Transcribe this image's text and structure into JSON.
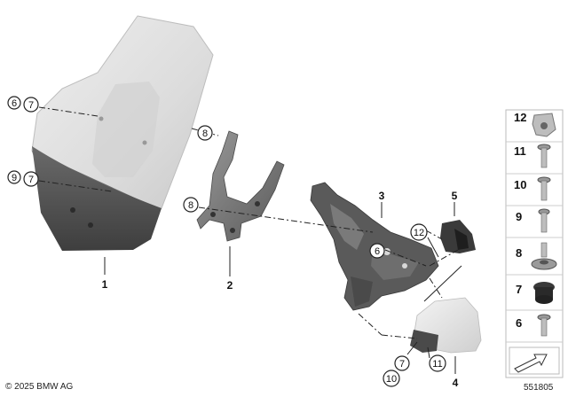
{
  "callouts": {
    "c6a": "6",
    "c7a": "7",
    "c9": "9",
    "c7b": "7",
    "c8a": "8",
    "c8b": "8",
    "c6b": "6",
    "c12": "12",
    "c7c": "7",
    "c11": "11",
    "c10": "10"
  },
  "part_numbers": {
    "p1": "1",
    "p2": "2",
    "p3": "3",
    "p4": "4",
    "p5": "5"
  },
  "side_panel": [
    "12",
    "11",
    "10",
    "9",
    "8",
    "7",
    "6"
  ],
  "footer": {
    "copyright": "© 2025 BMW AG",
    "diagram_id": "551805"
  }
}
